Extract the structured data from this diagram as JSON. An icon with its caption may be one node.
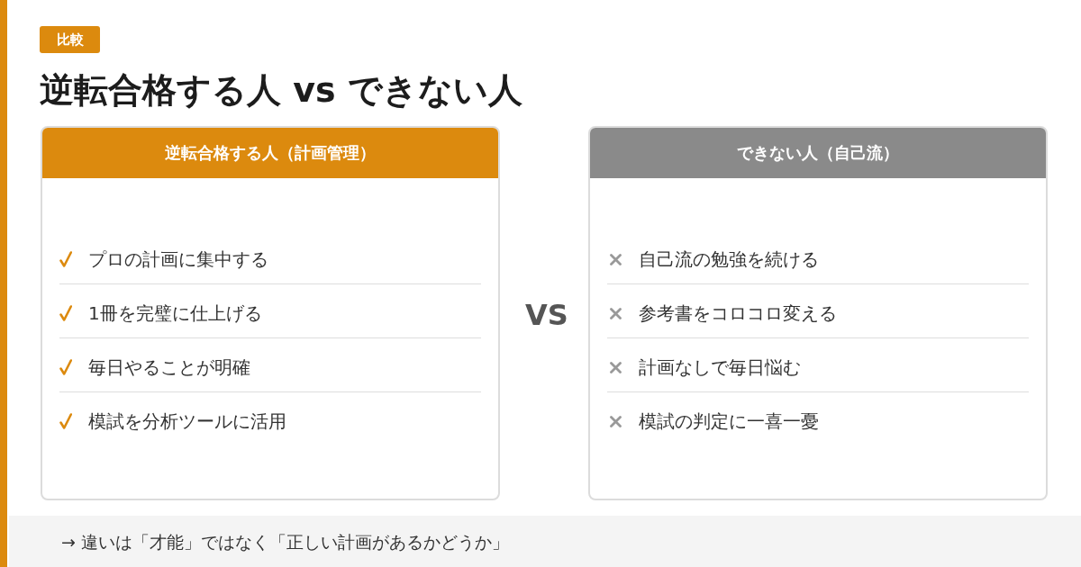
{
  "diagram": {
    "title": "逆転合格する人 vs できない人",
    "nodes": [
      {
        "text": [
          "比較"
        ]
      },
      {
        "text": [
          "逆転合格する人（計画管理）",
          "プロの計画に集中する",
          "1冊を完璧に仕上げる",
          "毎日やることが明確",
          "模試を分析ツールに活用"
        ]
      },
      {
        "text": [
          "できない人（自己流）",
          "自己流の勉強を続ける",
          "参考書をコロコロ変える",
          "計画なしで毎日悩む",
          "模試の判定に一喜一憂"
        ]
      },
      {
        "text": [
          "→ 違いは「才能」ではなく「正しい計画があるかどうか」"
        ]
      }
    ],
    "labels": [
      "VS"
    ]
  }
}
